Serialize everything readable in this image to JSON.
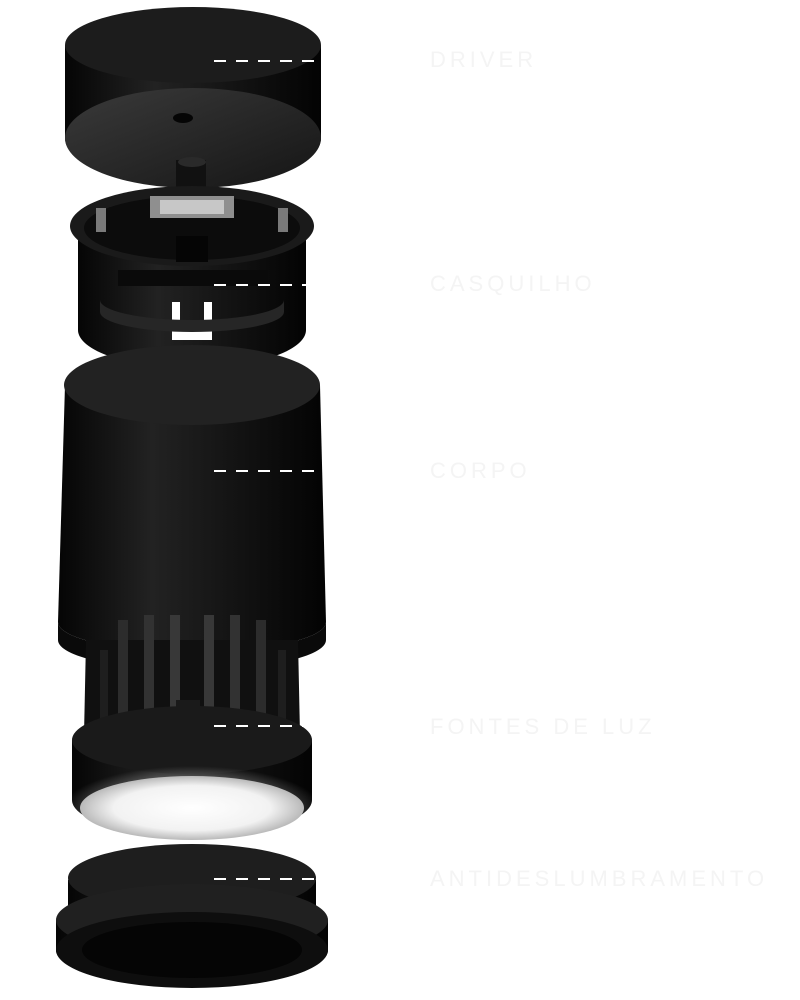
{
  "labels": {
    "driver": "DRIVER",
    "casquilho": "CASQUILHO",
    "corpo": "CORPO",
    "fontes_de_luz": "FONTES DE LUZ",
    "antideslumbramento": "ANTIDESLUMBRAMENTO"
  },
  "colors": {
    "background": "#ffffff",
    "component": "#141414",
    "label": "#f4f4f4",
    "leader_line": "#ffffff",
    "light_glow": "#ffffff"
  }
}
